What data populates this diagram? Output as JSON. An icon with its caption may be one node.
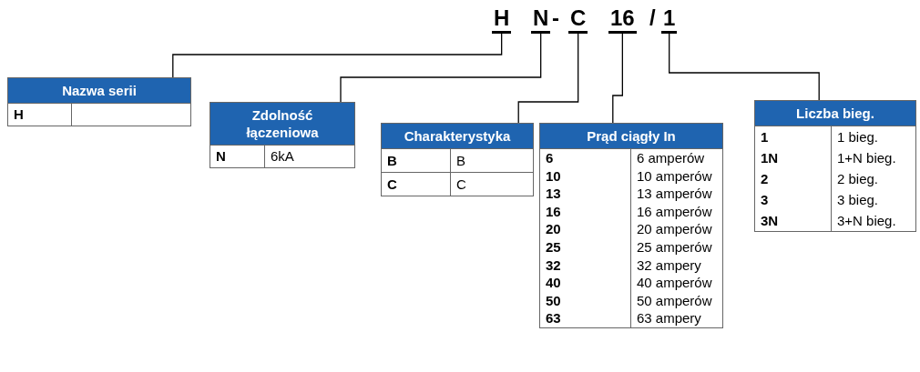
{
  "diagram": {
    "nodes": [
      {
        "text": [
          "H"
        ]
      },
      {
        "text": [
          "N"
        ]
      },
      {
        "text": [
          "C"
        ]
      },
      {
        "text": [
          "16"
        ]
      },
      {
        "text": [
          "1"
        ]
      },
      {
        "text": [
          "Nazwa serii",
          "H"
        ]
      },
      {
        "text": [
          "Zdolność łączeniowa",
          "N",
          "6kA"
        ]
      },
      {
        "text": [
          "Charakterystyka",
          "B",
          "B",
          "C",
          "C"
        ]
      },
      {
        "text": [
          "Prąd ciągły In",
          "6",
          "6 amperów",
          "10",
          "10 amperów",
          "13",
          "13 amperów",
          "16",
          "16 amperów",
          "20",
          "20 amperów",
          "25",
          "25 amperów",
          "32",
          "32 ampery",
          "40",
          "40 amperów",
          "50",
          "50 amperów",
          "63",
          "63 ampery"
        ]
      },
      {
        "text": [
          "Liczba bieg.",
          "1",
          "1 bieg.",
          "1N",
          "1+N bieg.",
          "2",
          "2 bieg.",
          "3",
          "3 bieg.",
          "3N",
          "3+N bieg."
        ]
      }
    ],
    "edges": [
      {
        "from": 0,
        "to": 5,
        "arrow": "none"
      },
      {
        "from": 1,
        "to": 6,
        "arrow": "none"
      },
      {
        "from": 2,
        "to": 7,
        "arrow": "none"
      },
      {
        "from": 3,
        "to": 8,
        "arrow": "none"
      },
      {
        "from": 4,
        "to": 9,
        "arrow": "none"
      }
    ],
    "labels": [
      "-",
      "/"
    ]
  }
}
